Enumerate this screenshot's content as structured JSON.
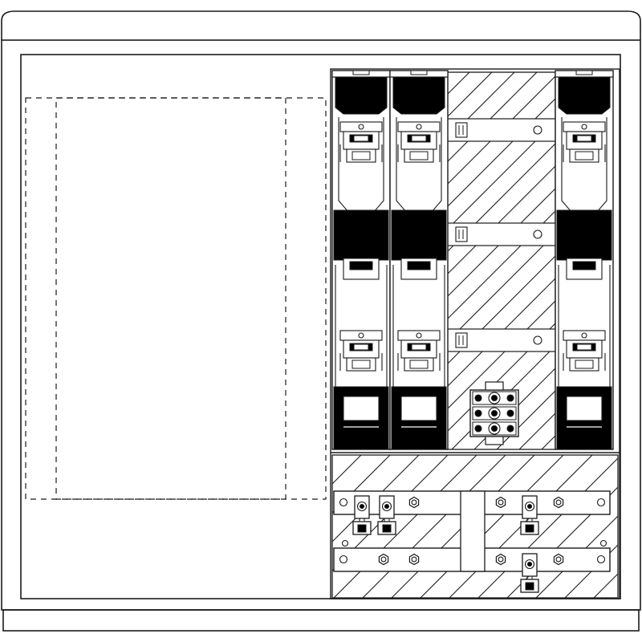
{
  "colors": {
    "line": "#1a1a1a",
    "fill_dark": "#000000",
    "fill_light": "#ffffff",
    "background": "#ffffff"
  },
  "diagram": {
    "type": "electrical-distribution-cabinet-front-view",
    "labels": [],
    "components": {
      "dashed_reserve_zone": "empty",
      "fuse_switch_disconnectors": 3,
      "hatched_blank_panels": 2,
      "terminal_block": 1,
      "busbars": 2,
      "bus_clamps": 4
    }
  }
}
